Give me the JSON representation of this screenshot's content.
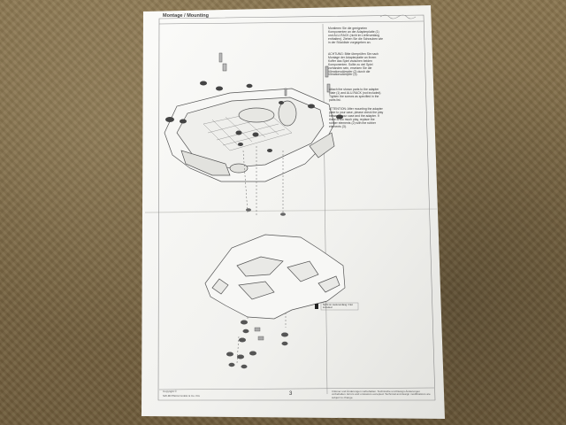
{
  "header": {
    "title": "Montage / Mounting"
  },
  "instructions": {
    "de_intro": "Montieren Sie die geeigneten Komponenten an der Adapterplatte (1) und ALU-RACK (nicht im Lieferumfang enthalten). Ziehen Sie die Schrauben wie in der Stückliste vorgegeben an.",
    "de_warning": "ACHTUNG: Bitte überprüfen Sie nach Montage der Adapterplatte an Ihrem Koffer das Spiel zwischen beiden Komponenten. Sollte zu viel Spiel vorhanden sein, ersetzen Sie die Vibrationsdämpfer (2) durch die Vibrationsdämpfer (3).",
    "en_intro": "Attach the shown parts to the adapter plate (1) and ALU-RACK (not included). Tighten the screws as specified in the parts list.",
    "en_warning": "ATTENTION: After mounting the adapter plate to your case, please check the play between your case and the adapter. If there is too much play, replace the rubber elements (2) with the rubber elements (3)."
  },
  "note_box": {
    "text": "Nicht im Lieferumfang / Not included"
  },
  "footer": {
    "copyright": "Copyright ©",
    "publisher": "SW-MOTECH GmbH & Co. KG",
    "page_number": "3",
    "disclaimer": "Irrtümer und Änderungen vorbehalten. Technische und Design-Änderungen vorbehalten. Errors and omissions excepted. Technical and design modifications are subject to change."
  },
  "colors": {
    "paper": "#f4f4f1",
    "ink": "#4a4a4a",
    "carpet": "#7c6a46"
  }
}
